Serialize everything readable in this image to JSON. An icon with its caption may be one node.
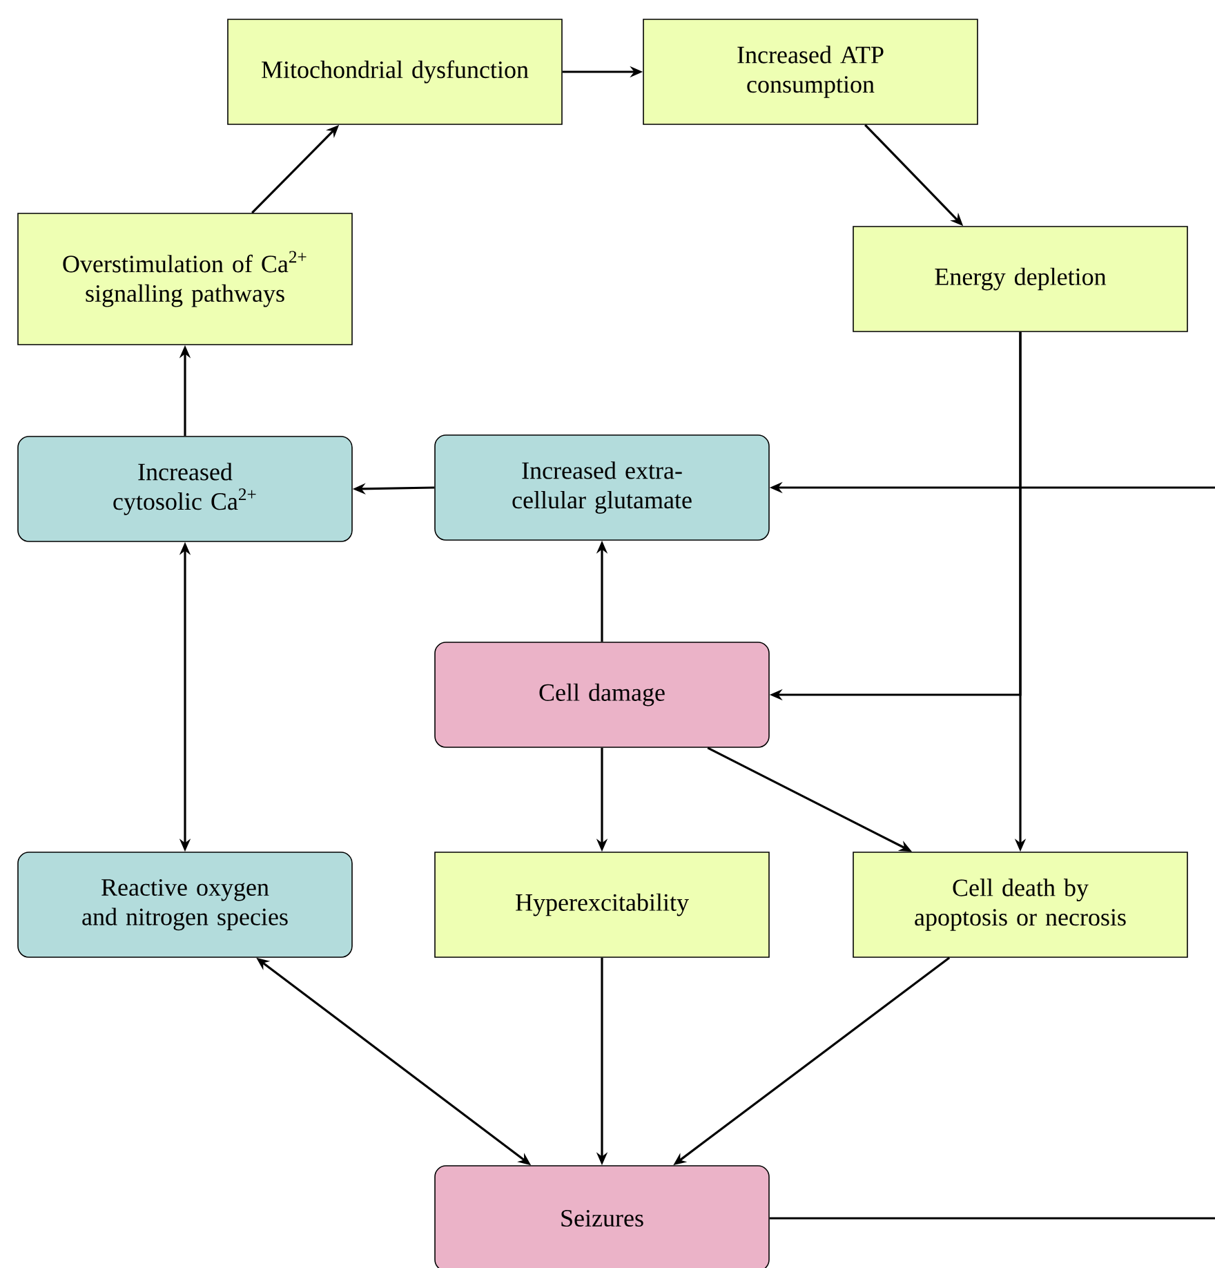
{
  "diagram": {
    "nodes": [
      {
        "text": [
          "Mitochondrial dysfunction"
        ]
      },
      {
        "text": [
          "Increased ATP consumption"
        ]
      },
      {
        "text": [
          "Overstimulation of Ca$^{2+}$ signalling pathways"
        ]
      },
      {
        "text": [
          "Energy depletion"
        ]
      },
      {
        "text": [
          "Increased cytosolic Ca$^{2+}$"
        ]
      },
      {
        "text": [
          "Increased extra-cellular glutamate"
        ]
      },
      {
        "text": [
          "Cell damage"
        ]
      },
      {
        "text": [
          "Reactive oxygen and nitrogen species"
        ]
      },
      {
        "text": [
          "Hyperexcitability"
        ]
      },
      {
        "text": [
          "Cell death by apoptosis or necrosis"
        ]
      },
      {
        "text": [
          "Seizures"
        ]
      }
    ],
    "edges": [
      {
        "from": 0,
        "to": 1,
        "arrow": "to"
      },
      {
        "from": 1,
        "to": 3,
        "arrow": "to"
      },
      {
        "from": 2,
        "to": 0,
        "arrow": "to"
      },
      {
        "from": 4,
        "to": 2,
        "arrow": "to"
      },
      {
        "from": 5,
        "to": 4,
        "arrow": "to"
      },
      {
        "from": 6,
        "to": 5,
        "arrow": "to"
      },
      {
        "from": 3,
        "to": 9,
        "arrow": "to"
      },
      {
        "from": 3,
        "to": 6,
        "arrow": "to"
      },
      {
        "from": 4,
        "to": 7,
        "arrow": "both"
      },
      {
        "from": 6,
        "to": 8,
        "arrow": "to"
      },
      {
        "from": 6,
        "to": 9,
        "arrow": "to"
      },
      {
        "from": 7,
        "to": 10,
        "arrow": "both"
      },
      {
        "from": 8,
        "to": 10,
        "arrow": "to"
      },
      {
        "from": 9,
        "to": 10,
        "arrow": "to"
      },
      {
        "from": 10,
        "to": 5,
        "arrow": "to"
      }
    ]
  }
}
